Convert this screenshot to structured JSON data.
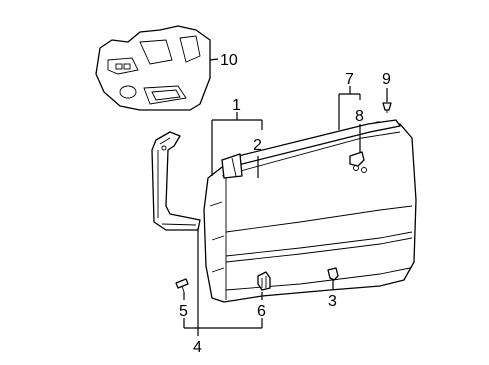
{
  "diagram": {
    "callouts": [
      {
        "id": "1",
        "label": "1"
      },
      {
        "id": "2",
        "label": "2"
      },
      {
        "id": "3",
        "label": "3"
      },
      {
        "id": "4",
        "label": "4"
      },
      {
        "id": "5",
        "label": "5"
      },
      {
        "id": "6",
        "label": "6"
      },
      {
        "id": "7",
        "label": "7"
      },
      {
        "id": "8",
        "label": "8"
      },
      {
        "id": "9",
        "label": "9"
      },
      {
        "id": "10",
        "label": "10"
      }
    ],
    "parts": [
      {
        "name": "door-trim-panel",
        "callout": "10"
      },
      {
        "name": "door-shell",
        "callout": "2"
      },
      {
        "name": "weatherstrip-seal",
        "callout": "4"
      },
      {
        "name": "window-belt-molding",
        "callout": "7"
      },
      {
        "name": "belt-molding-clip",
        "callout": "8"
      },
      {
        "name": "retainer-clip",
        "callout": "9"
      },
      {
        "name": "trim-clip-screw",
        "callout": "5"
      },
      {
        "name": "push-retainer",
        "callout": "6"
      },
      {
        "name": "plug-fastener",
        "callout": "3"
      }
    ]
  }
}
